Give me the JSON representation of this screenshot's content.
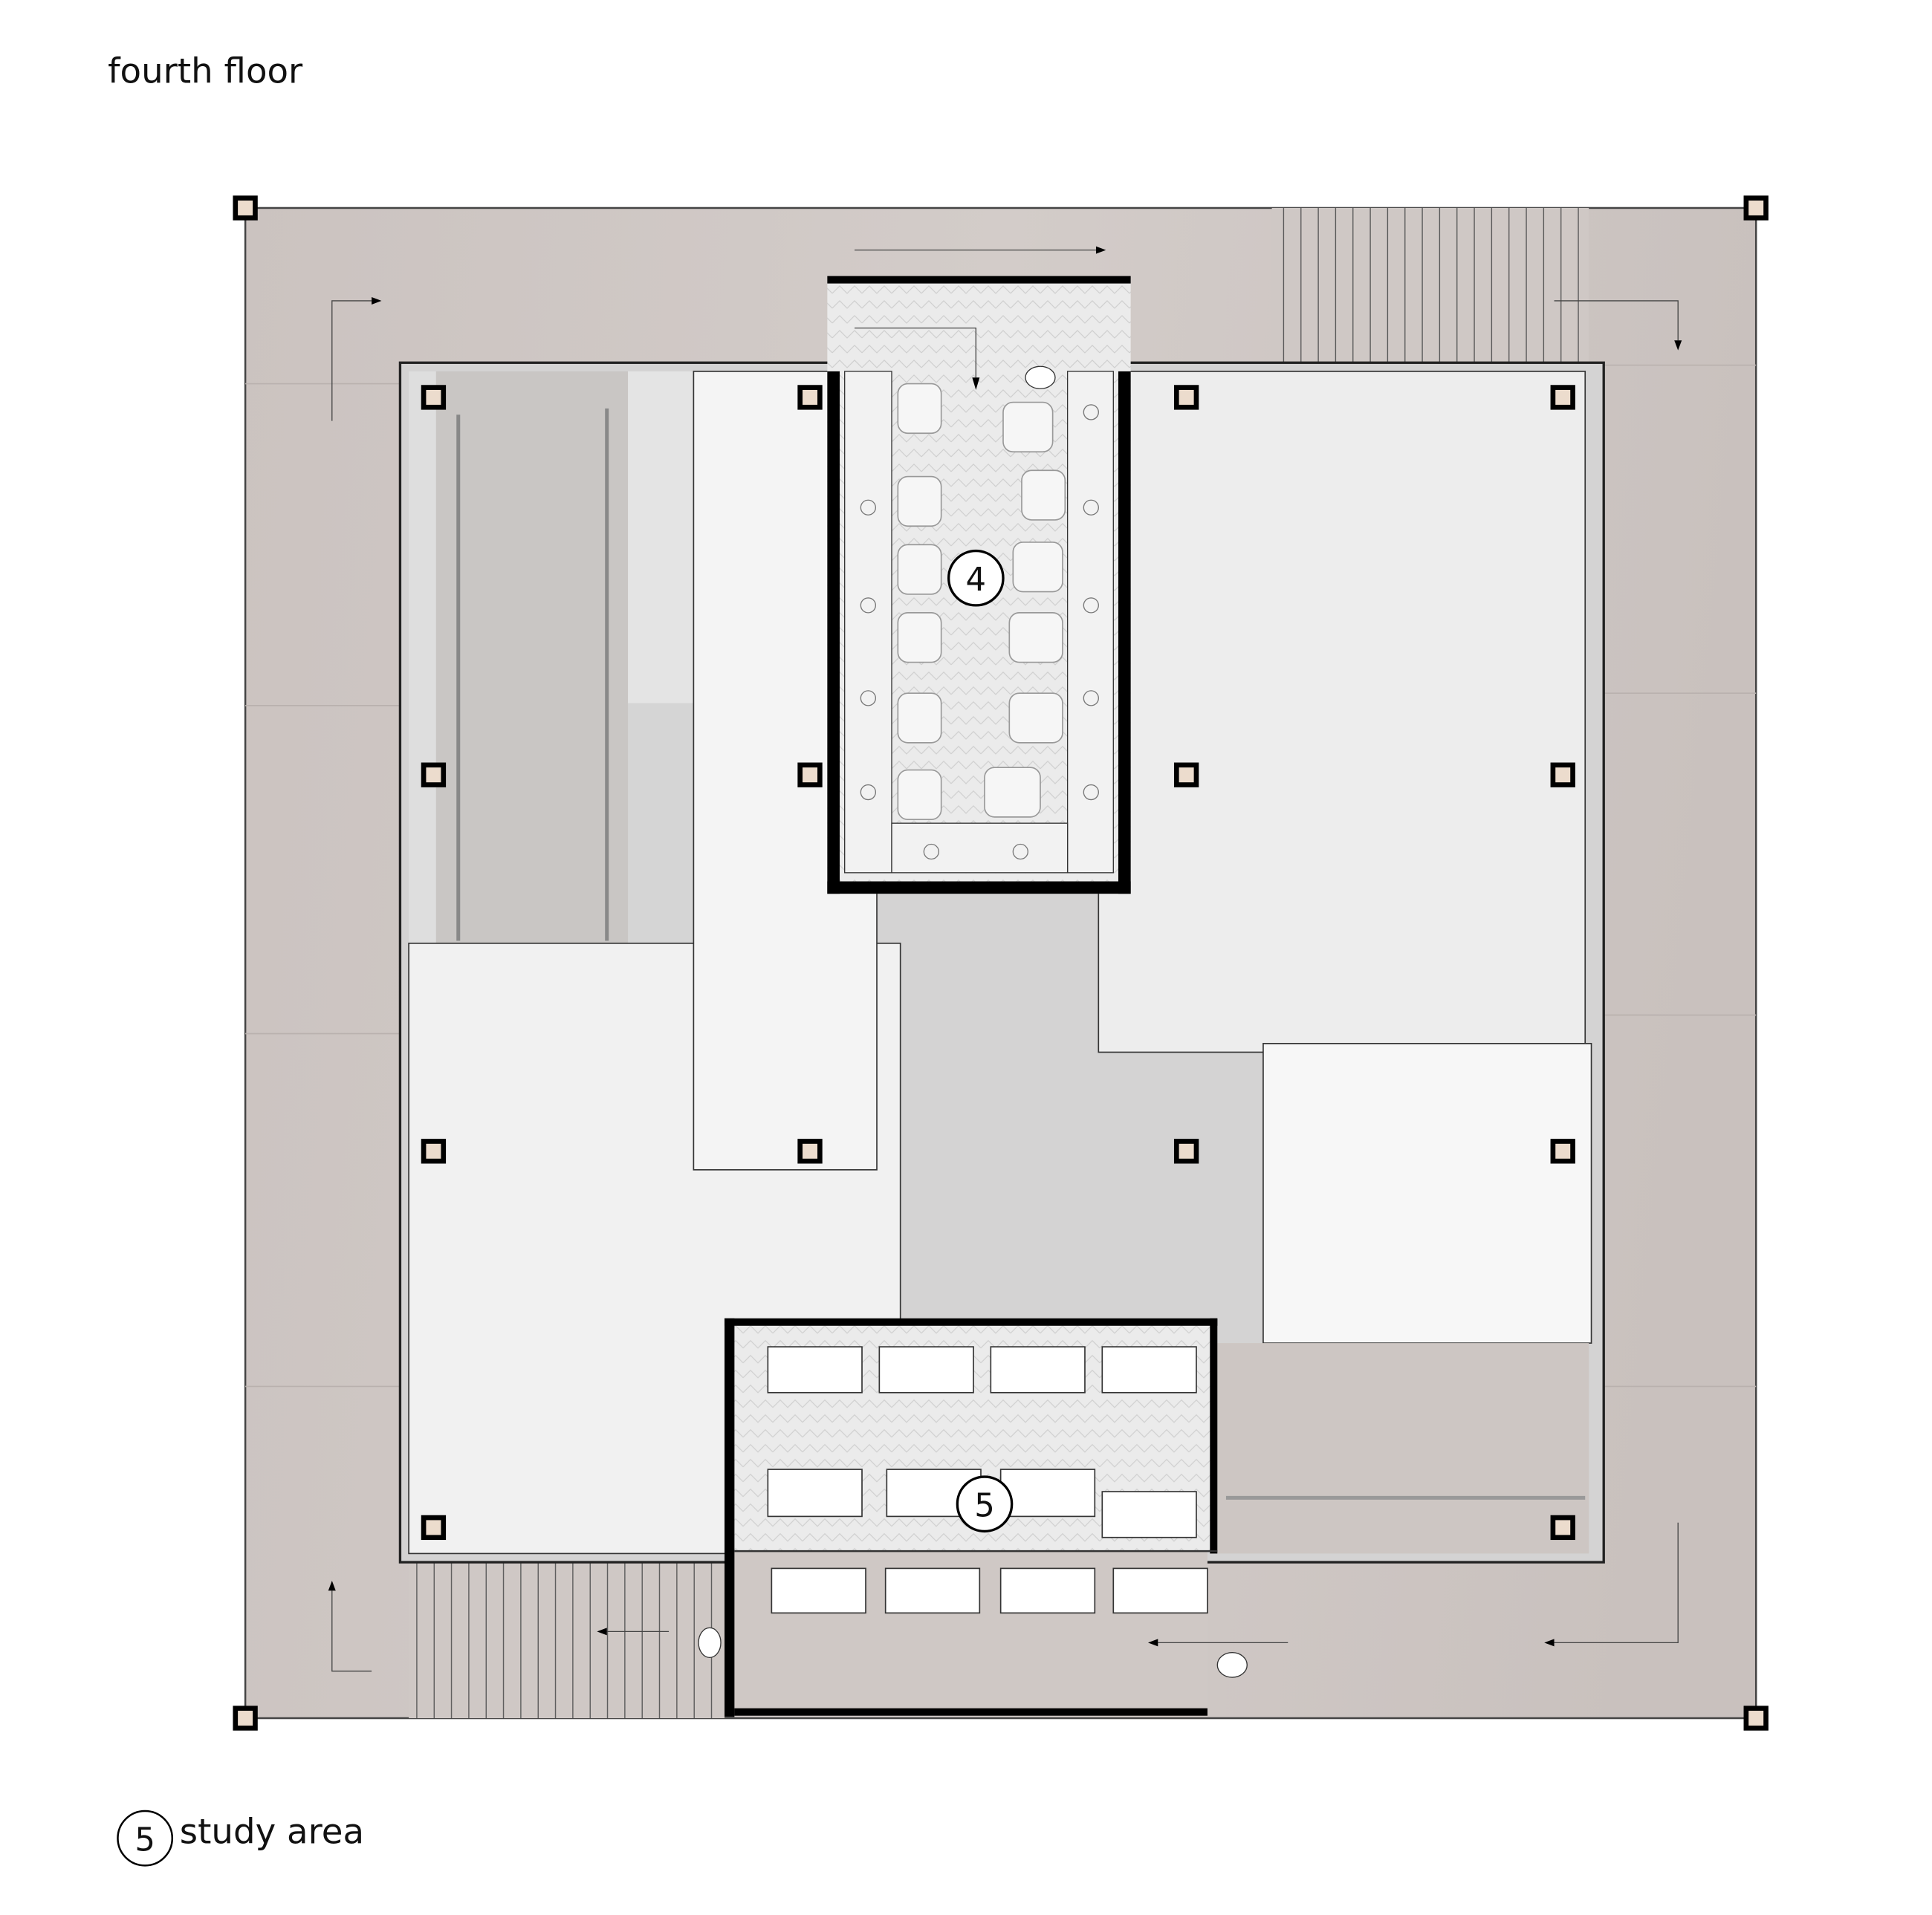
{
  "title": "fourth floor",
  "rooms": [
    {
      "number": "4"
    },
    {
      "number": "5"
    }
  ],
  "legend": [
    {
      "number": "5",
      "label": "study area"
    }
  ],
  "colors": {
    "wood_deck": "#cdc5c2",
    "interior_dark": "#c9c6c4",
    "interior_floor": "#d4d3d3",
    "white_volume": "#f1f1f1",
    "wall": "#000000",
    "column_fill": "#ecdccd"
  }
}
